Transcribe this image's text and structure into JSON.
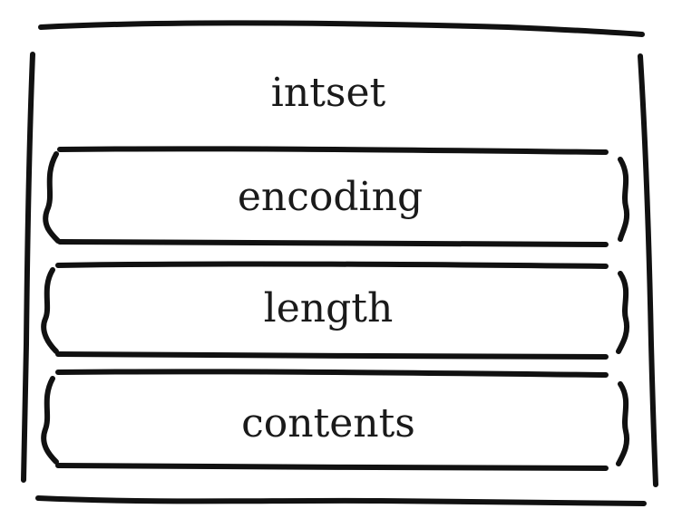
{
  "struct": {
    "name": "intset",
    "fields": [
      {
        "label": "encoding"
      },
      {
        "label": "length"
      },
      {
        "label": "contents"
      }
    ]
  }
}
